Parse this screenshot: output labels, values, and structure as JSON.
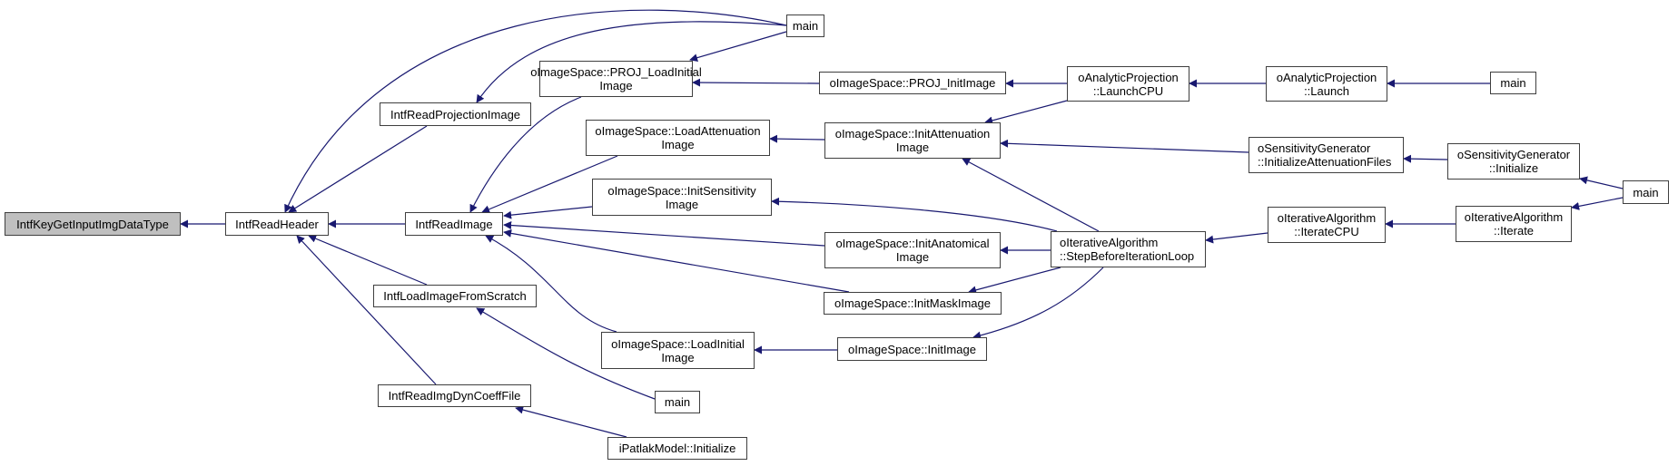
{
  "graph": {
    "type": "caller-graph",
    "edge_color": "#191970",
    "current_fill": "#bfbfbf",
    "nodes": [
      {
        "id": "n0",
        "label": "IntfKeyGetInputImgDataType",
        "current": true
      },
      {
        "id": "n1",
        "label": "IntfReadHeader"
      },
      {
        "id": "n2",
        "label": "IntfReadProjectionImage"
      },
      {
        "id": "n3",
        "label": "IntfReadImage"
      },
      {
        "id": "n4",
        "label": "IntfLoadImageFromScratch"
      },
      {
        "id": "n5",
        "label": "IntfReadImgDynCoeffFile"
      },
      {
        "id": "n6",
        "label": "main"
      },
      {
        "id": "n7",
        "label": "oImageSpace::PROJ_LoadInitial\nImage"
      },
      {
        "id": "n8",
        "label": "oImageSpace::LoadAttenuation\nImage"
      },
      {
        "id": "n9",
        "label": "oImageSpace::InitSensitivity\nImage"
      },
      {
        "id": "n10",
        "label": "oImageSpace::LoadInitial\nImage"
      },
      {
        "id": "n11",
        "label": "main"
      },
      {
        "id": "n12",
        "label": "iPatlakModel::Initialize"
      },
      {
        "id": "n13",
        "label": "oImageSpace::PROJ_InitImage"
      },
      {
        "id": "n14",
        "label": "oImageSpace::InitAttenuation\nImage"
      },
      {
        "id": "n15",
        "label": "oImageSpace::InitAnatomical\nImage"
      },
      {
        "id": "n16",
        "label": "oImageSpace::InitMaskImage"
      },
      {
        "id": "n17",
        "label": "oImageSpace::InitImage"
      },
      {
        "id": "n18",
        "label": "oAnalyticProjection\n::LaunchCPU"
      },
      {
        "id": "n19",
        "label": "oIterativeAlgorithm\n::StepBeforeIterationLoop",
        "align": "left"
      },
      {
        "id": "n20",
        "label": "oAnalyticProjection\n::Launch"
      },
      {
        "id": "n21",
        "label": "oSensitivityGenerator\n::InitializeAttenuationFiles",
        "align": "left"
      },
      {
        "id": "n22",
        "label": "oIterativeAlgorithm\n::IterateCPU"
      },
      {
        "id": "n23",
        "label": "main"
      },
      {
        "id": "n24",
        "label": "oSensitivityGenerator\n::Initialize"
      },
      {
        "id": "n25",
        "label": "oIterativeAlgorithm\n::Iterate"
      },
      {
        "id": "n26",
        "label": "main"
      }
    ],
    "edges": [
      {
        "from": "n1",
        "to": "n0"
      },
      {
        "from": "n6",
        "to": "n1"
      },
      {
        "from": "n2",
        "to": "n1"
      },
      {
        "from": "n3",
        "to": "n1"
      },
      {
        "from": "n4",
        "to": "n1"
      },
      {
        "from": "n5",
        "to": "n1"
      },
      {
        "from": "n6",
        "to": "n2"
      },
      {
        "from": "n6",
        "to": "n7"
      },
      {
        "from": "n7",
        "to": "n3"
      },
      {
        "from": "n8",
        "to": "n3"
      },
      {
        "from": "n9",
        "to": "n3"
      },
      {
        "from": "n15",
        "to": "n3"
      },
      {
        "from": "n16",
        "to": "n3"
      },
      {
        "from": "n10",
        "to": "n3"
      },
      {
        "from": "n11",
        "to": "n4"
      },
      {
        "from": "n12",
        "to": "n5"
      },
      {
        "from": "n13",
        "to": "n7"
      },
      {
        "from": "n14",
        "to": "n8"
      },
      {
        "from": "n19",
        "to": "n9"
      },
      {
        "from": "n17",
        "to": "n10"
      },
      {
        "from": "n18",
        "to": "n13"
      },
      {
        "from": "n18",
        "to": "n14"
      },
      {
        "from": "n19",
        "to": "n14"
      },
      {
        "from": "n21",
        "to": "n14"
      },
      {
        "from": "n19",
        "to": "n15"
      },
      {
        "from": "n19",
        "to": "n16"
      },
      {
        "from": "n19",
        "to": "n17"
      },
      {
        "from": "n20",
        "to": "n18"
      },
      {
        "from": "n22",
        "to": "n19"
      },
      {
        "from": "n23",
        "to": "n20"
      },
      {
        "from": "n24",
        "to": "n21"
      },
      {
        "from": "n25",
        "to": "n22"
      },
      {
        "from": "n26",
        "to": "n24"
      },
      {
        "from": "n26",
        "to": "n25"
      }
    ]
  }
}
